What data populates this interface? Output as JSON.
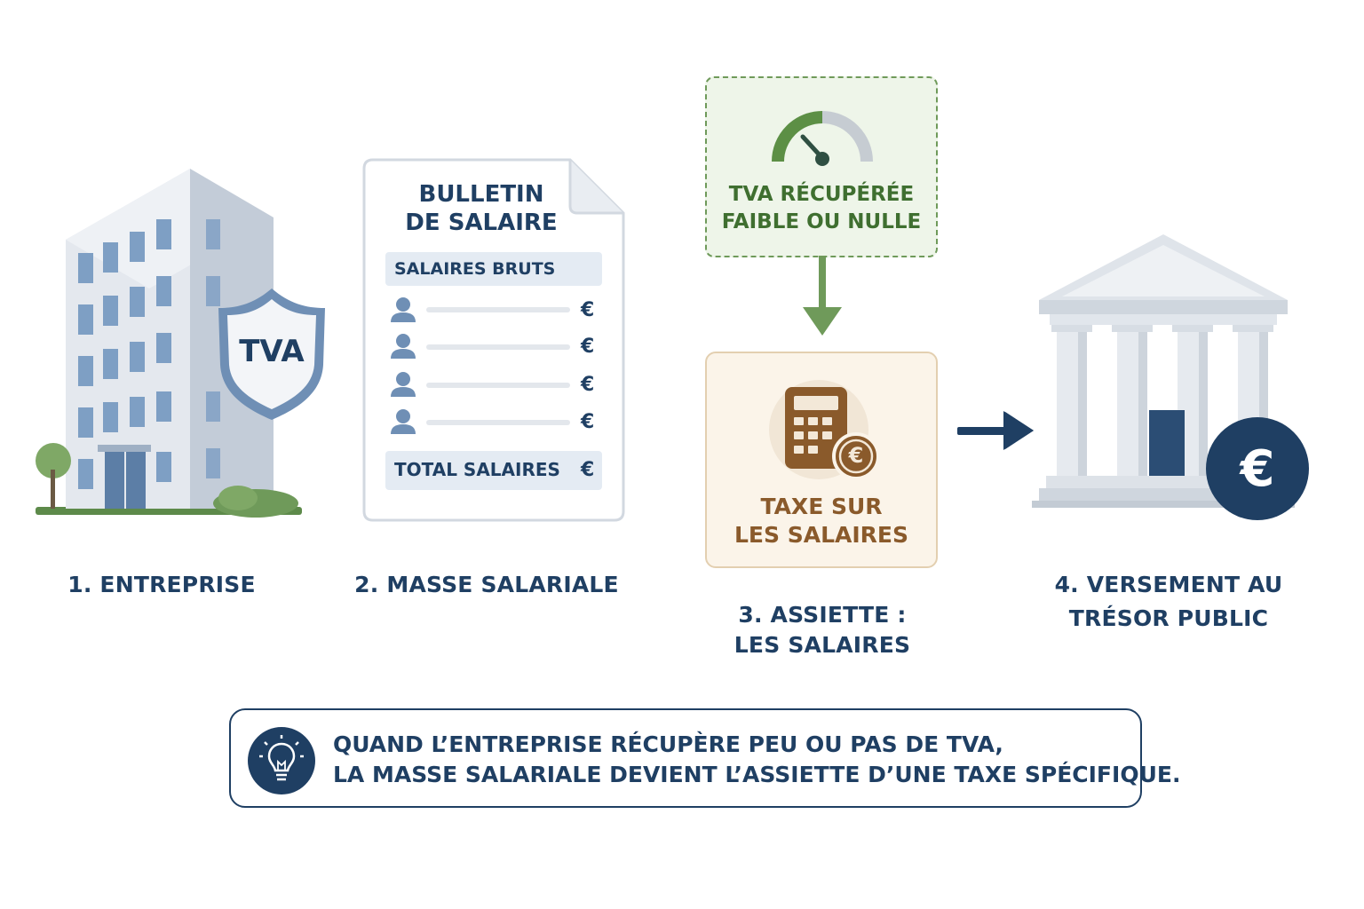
{
  "steps": [
    {
      "label": "1. ENTREPRISE"
    },
    {
      "label": "2. MASSE SALARIALE"
    },
    {
      "label_line1": "3. ASSIETTE :",
      "label_line2": "LES SALAIRES"
    },
    {
      "label_line1": "4. VERSEMENT AU",
      "label_line2": "TRÉSOR PUBLIC"
    }
  ],
  "building": {
    "shield_text": "TVA"
  },
  "payslip": {
    "title_line1": "BULLETIN",
    "title_line2": "DE SALAIRE",
    "header": "SALAIRES BRUTS",
    "row_currency": "€",
    "total_label": "TOTAL SALAIRES",
    "total_currency": "€"
  },
  "recovered_box": {
    "line1": "TVA RÉCUPÉRÉE",
    "line2": "FAIBLE OU NULLE"
  },
  "tax_box": {
    "line1": "TAXE SUR",
    "line2": "LES SALAIRES",
    "coin_symbol": "€"
  },
  "treasury": {
    "coin_symbol": "€"
  },
  "note": {
    "line1": "QUAND L’ENTREPRISE RÉCUPÈRE PEU OU PAS DE TVA,",
    "line2": "LA MASSE SALARIALE DEVIENT L’ASSIETTE D’UNE TAXE SPÉCIFIQUE."
  },
  "colors": {
    "navy": "#1f3f63",
    "green": "#4f8a3c",
    "green_bg": "#eef5e9",
    "brown": "#8a5a2b",
    "tan_bg": "#fbf4e9"
  }
}
